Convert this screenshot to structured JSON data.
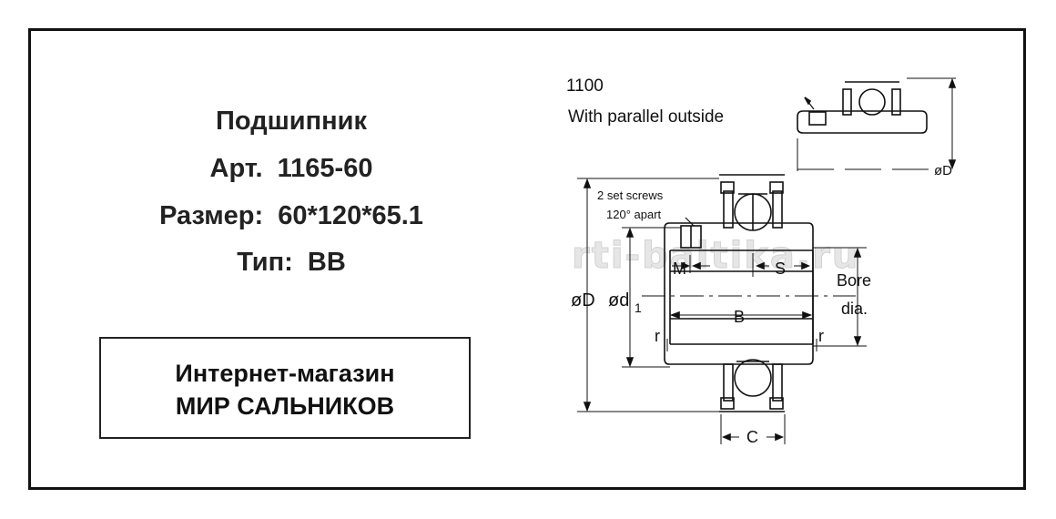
{
  "product": {
    "name_label": "Подшипник",
    "article": "Арт.  1165-60",
    "size": "Размер:  60*120*65.1",
    "type": "Тип:  BB"
  },
  "shop": {
    "line1": "Интернет-магазин",
    "line2": "МИР САЛЬНИКОВ"
  },
  "watermark": "rti-baltika.ru",
  "diagram": {
    "model_number": "1100",
    "model_caption": "With parallel outside",
    "set_screws_line1": "2 set screws",
    "set_screws_line2": "120° apart",
    "label_outer_diam": "øD",
    "label_outer_diam_small": "øD",
    "label_inner_d": "ød",
    "label_inner_d_sub": "1",
    "label_M": "M",
    "label_S": "S",
    "label_B": "B",
    "label_C": "C",
    "label_r_left": "r",
    "label_r_right": "r",
    "label_bore_1": "Bore",
    "label_bore_2": "dia."
  }
}
